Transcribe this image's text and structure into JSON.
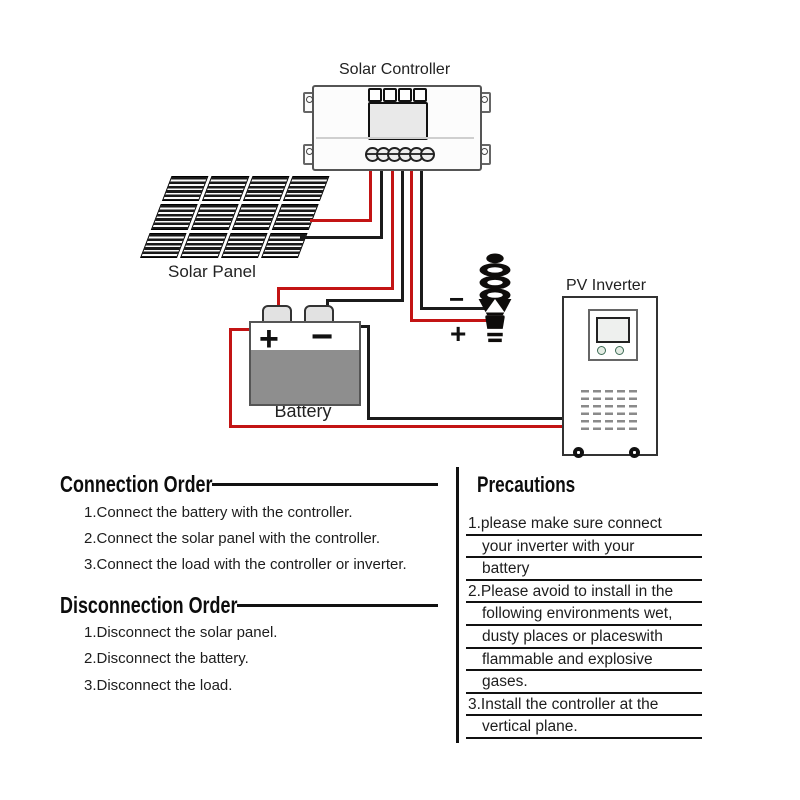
{
  "diagram": {
    "controller_label": "Solar Controller",
    "panel_label": "Solar Panel",
    "battery_label": "Battery",
    "inverter_label": "PV Inverter",
    "battery_plus": "+",
    "battery_minus": "−",
    "load_plus": "+",
    "load_minus": "−"
  },
  "sections": {
    "connection": {
      "title": "Connection Order",
      "items": [
        "1.Connect the battery with the controller.",
        "2.Connect the solar panel with the controller.",
        "3.Connect the load with the controller or inverter."
      ]
    },
    "disconnection": {
      "title": "Disconnection Order",
      "items": [
        "1.Disconnect the solar panel.",
        "2.Disconnect the battery.",
        "3.Disconnect the load."
      ]
    },
    "precautions": {
      "title": "Precautions",
      "lines": [
        "1.please make sure connect",
        "your inverter with your",
        "battery",
        "2.Please avoid to install in the",
        "following environments wet,",
        "dusty places or placeswith",
        "flammable and explosive",
        "gases.",
        "3.Install the controller at the",
        "vertical plane."
      ]
    }
  },
  "colors": {
    "wire_red": "#c31414",
    "wire_black": "#1b1b1b",
    "battery_gray": "#8e8e8e",
    "text": "#1a1a1a"
  }
}
